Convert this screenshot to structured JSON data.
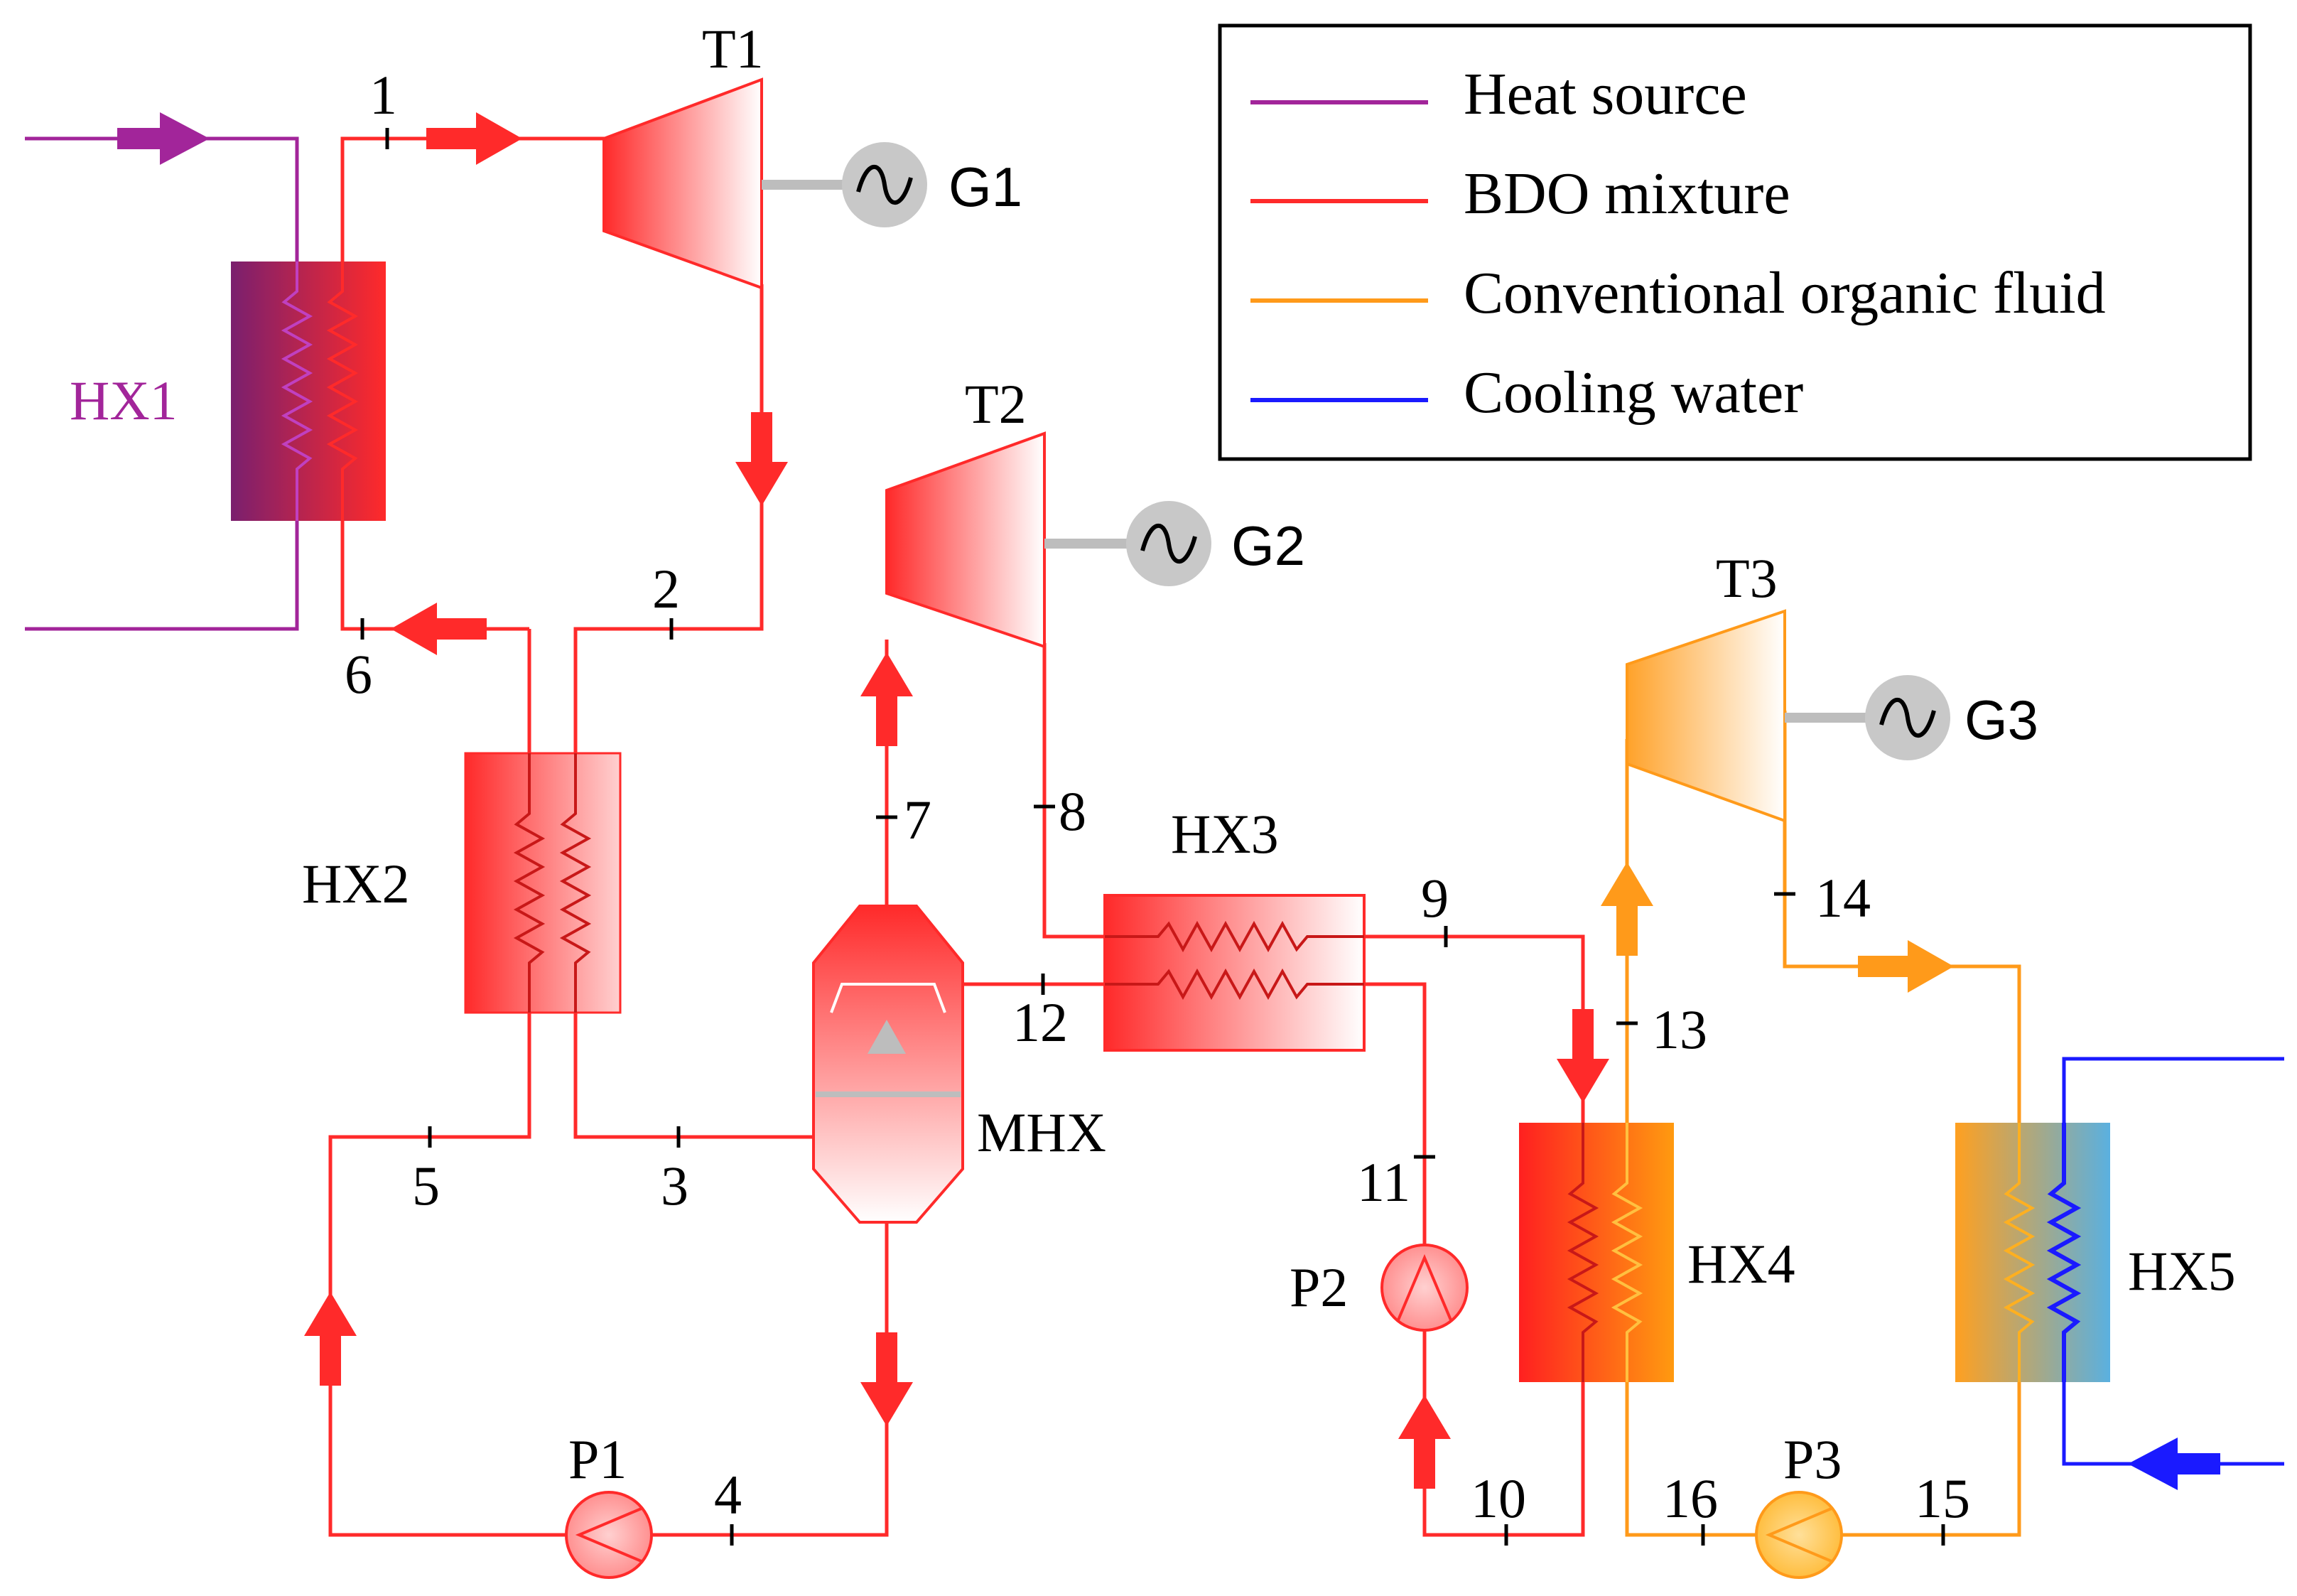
{
  "colors": {
    "heat_source": "#a2259a",
    "bdo": "#ff2a2a",
    "organic": "#ff9a1a",
    "cooling": "#1a1aff",
    "generator": "#c8c8c8",
    "shaft": "#bdbdbd"
  },
  "legend": {
    "items": [
      {
        "label": "Heat source",
        "color_key": "heat_source"
      },
      {
        "label": "BDO mixture",
        "color_key": "bdo"
      },
      {
        "label": "Conventional organic fluid",
        "color_key": "organic"
      },
      {
        "label": "Cooling water",
        "color_key": "cooling"
      }
    ]
  },
  "components": {
    "hx1": "HX1",
    "hx2": "HX2",
    "hx3": "HX3",
    "hx4": "HX4",
    "hx5": "HX5",
    "mhx": "MHX",
    "t1": "T1",
    "t2": "T2",
    "t3": "T3",
    "g1": "G1",
    "g2": "G2",
    "g3": "G3",
    "p1": "P1",
    "p2": "P2",
    "p3": "P3"
  },
  "states": {
    "s1": "1",
    "s2": "2",
    "s3": "3",
    "s4": "4",
    "s5": "5",
    "s6": "6",
    "s7": "7",
    "s8": "8",
    "s9": "9",
    "s10": "10",
    "s11": "11",
    "s12": "12",
    "s13": "13",
    "s14": "14",
    "s15": "15",
    "s16": "16"
  }
}
